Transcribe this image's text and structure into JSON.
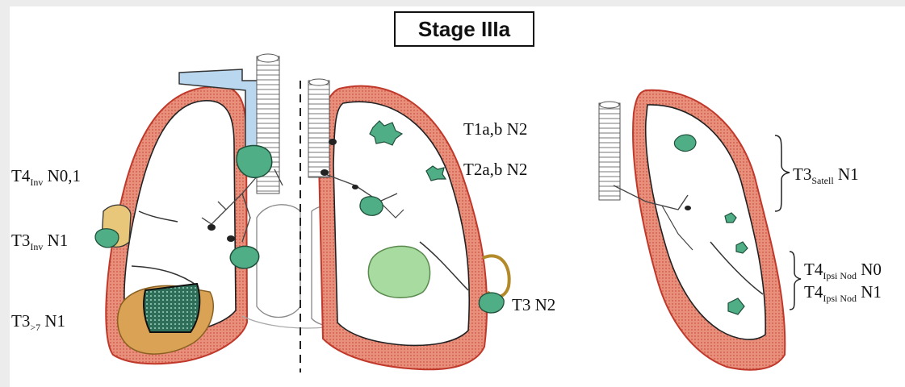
{
  "title": "Stage IIIa",
  "labels": {
    "t4inv": {
      "main": "T4",
      "sub": "Inv",
      "rest": " N0,1"
    },
    "t3inv": {
      "main": "T3",
      "sub": "Inv",
      "rest": " N1"
    },
    "t3gt7": {
      "main": "T3",
      "sub": ">7",
      "rest": " N1"
    },
    "t1ab": {
      "text": "T1a,b N2"
    },
    "t2ab": {
      "text": "T2a,b N2"
    },
    "t3n2": {
      "text": "T3 N2"
    },
    "t3satell": {
      "main": "T3",
      "sub": "Satell",
      "rest": " N1"
    },
    "t4ipsi0": {
      "main": "T4",
      "sub": "Ipsi Nod",
      "rest": " N0"
    },
    "t4ipsi1": {
      "main": "T4",
      "sub": "Ipsi Nod",
      "rest": " N1"
    }
  },
  "colors": {
    "pleura": "#e8907c",
    "pleura_edge": "#c0392b",
    "tumor": "#4fae86",
    "tumor_light": "#a8dba0",
    "node": "#222222",
    "trachea_blue": "#b9d7ee",
    "background": "#ececec"
  }
}
